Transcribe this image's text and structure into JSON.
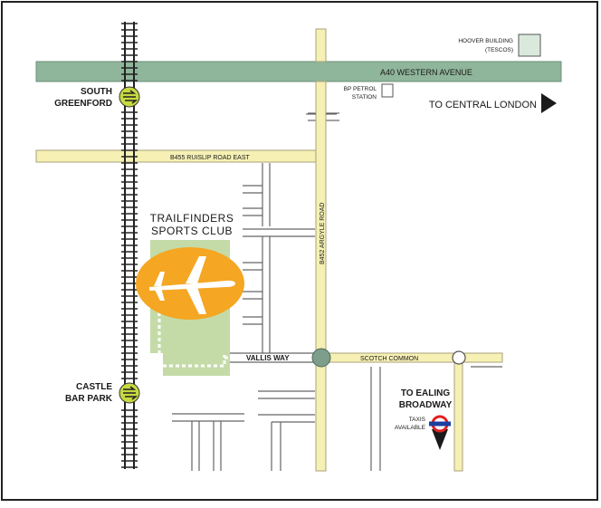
{
  "map": {
    "roads": {
      "a40": "A40 WESTERN AVENUE",
      "b455": "B455  RUISLIP ROAD EAST",
      "b452": "B452  ARGYLE ROAD",
      "vallis": "VALLIS WAY",
      "scotch": "SCOTCH COMMON"
    },
    "landmarks": {
      "hoover_line1": "HOOVER BUILDING",
      "hoover_line2": "(TESCOS)",
      "bp_line1": "BP PETROL",
      "bp_line2": "STATION"
    },
    "stations": {
      "south_greenford_line1": "SOUTH",
      "south_greenford_line2": "GREENFORD",
      "castle_bar_line1": "CASTLE",
      "castle_bar_line2": "BAR PARK"
    },
    "club": {
      "line1": "TRAILFINDERS",
      "line2": "SPORTS CLUB"
    },
    "directions": {
      "central_london": "TO CENTRAL LONDON",
      "ealing_line1": "TO EALING",
      "ealing_line2": "BROADWAY",
      "taxis_line1": "TAXIS",
      "taxis_line2": "AVAILABLE"
    },
    "colors": {
      "a40_green": "#8fb59a",
      "road_yellow": "#f6f0b4",
      "road_outline": "#a8a27a",
      "park_green": "#c4dba8",
      "club_orange": "#f5a623",
      "rail_icon": "#c7d93f",
      "roundabout": "#7d9e8a",
      "underground_red": "#e02020"
    }
  }
}
